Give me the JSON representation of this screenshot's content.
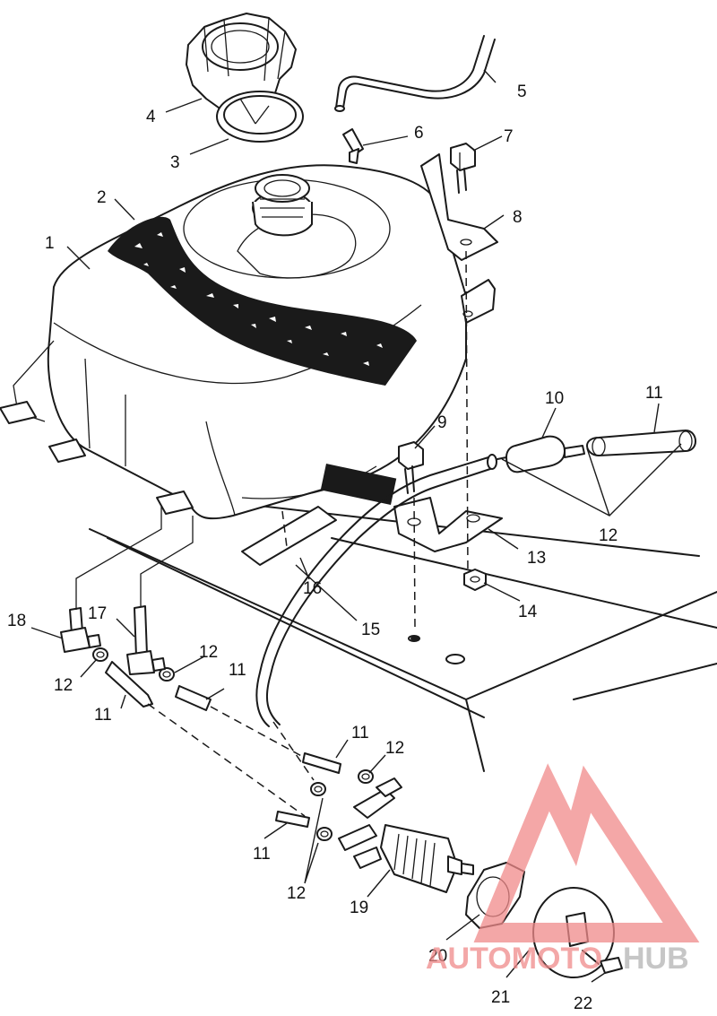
{
  "diagram": {
    "callouts": [
      "1",
      "2",
      "3",
      "4",
      "5",
      "6",
      "7",
      "8",
      "9",
      "10",
      "11",
      "12",
      "13",
      "14",
      "15",
      "16",
      "17",
      "18",
      "19",
      "20",
      "21",
      "22"
    ],
    "repeat_callouts": {
      "eleven": [
        "11",
        "11",
        "11",
        "11",
        "11"
      ],
      "twelve": [
        "12",
        "12",
        "12",
        "12",
        "12"
      ]
    }
  },
  "watermark": {
    "part1": "AUTOMOTO",
    "part2": "HUB",
    "color_primary": "#f08a8a",
    "color_secondary": "#b3b3b3"
  }
}
